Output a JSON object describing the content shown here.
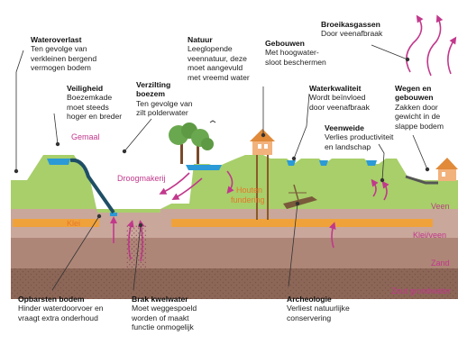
{
  "annotations": {
    "wateroverlast": {
      "title": "Wateroverlast",
      "lines": [
        "Ten gevolge van",
        "verkleinen bergend",
        "vermogen bodem"
      ]
    },
    "veiligheid": {
      "title": "Veiligheid",
      "lines": [
        "Boezemkade",
        "moet steeds",
        "hoger en breder"
      ]
    },
    "verzilting": {
      "title": "Verzilting",
      "title2": "boezem",
      "lines": [
        "Ten gevolge van",
        "zilt polderwater"
      ]
    },
    "natuur": {
      "title": "Natuur",
      "lines": [
        "Leeglopende",
        "veennatuur, deze",
        "moet aangevuld",
        "met vreemd water"
      ]
    },
    "gebouwen": {
      "title": "Gebouwen",
      "lines": [
        "Met hoogwater-",
        "sloot beschermen"
      ]
    },
    "broeikasgassen": {
      "title": "Broeikasgassen",
      "lines": [
        "Door veenafbraak"
      ]
    },
    "waterkwaliteit": {
      "title": "Waterkwaliteit",
      "lines": [
        "Wordt beïnvloed",
        "door veenafbraak"
      ]
    },
    "wegen": {
      "title": "Wegen en",
      "title2": "gebouwen",
      "lines": [
        "Zakken door",
        "gewicht in de",
        "slappe bodem"
      ]
    },
    "veenweide": {
      "title": "Veenweide",
      "lines": [
        "Verlies productiviteit",
        "en landschap"
      ]
    },
    "opbarsten": {
      "title": "Opbarsten bodem",
      "lines": [
        "Hinder waterdoorvoer en",
        "vraagt extra onderhoud"
      ]
    },
    "brak": {
      "title": "Brak kwelwater",
      "lines": [
        "Moet weggespoeld",
        "worden of maakt",
        "functie onmogelijk"
      ]
    },
    "archeologie": {
      "title": "Archeologie",
      "lines": [
        "Verliest natuurlijke",
        "conservering"
      ]
    }
  },
  "labels": {
    "gemaal": "Gemaal",
    "droogmakerij": "Droogmakerij",
    "houten": "Houten",
    "fundering": "fundering",
    "klei": "Klei",
    "veen": "Veen",
    "klei_veen": "Klei/veen",
    "zand": "Zand",
    "zout_grondwater": "Zout grondwater"
  },
  "colors": {
    "veen": "#a8cf6a",
    "klei_veen": "#c9a79b",
    "zand": "#ae8677",
    "zout": "#8c6657",
    "water": "#2b9ad6",
    "klei_band": "#f0a23a",
    "magenta": "#c2388c",
    "orange": "#e8772a"
  }
}
